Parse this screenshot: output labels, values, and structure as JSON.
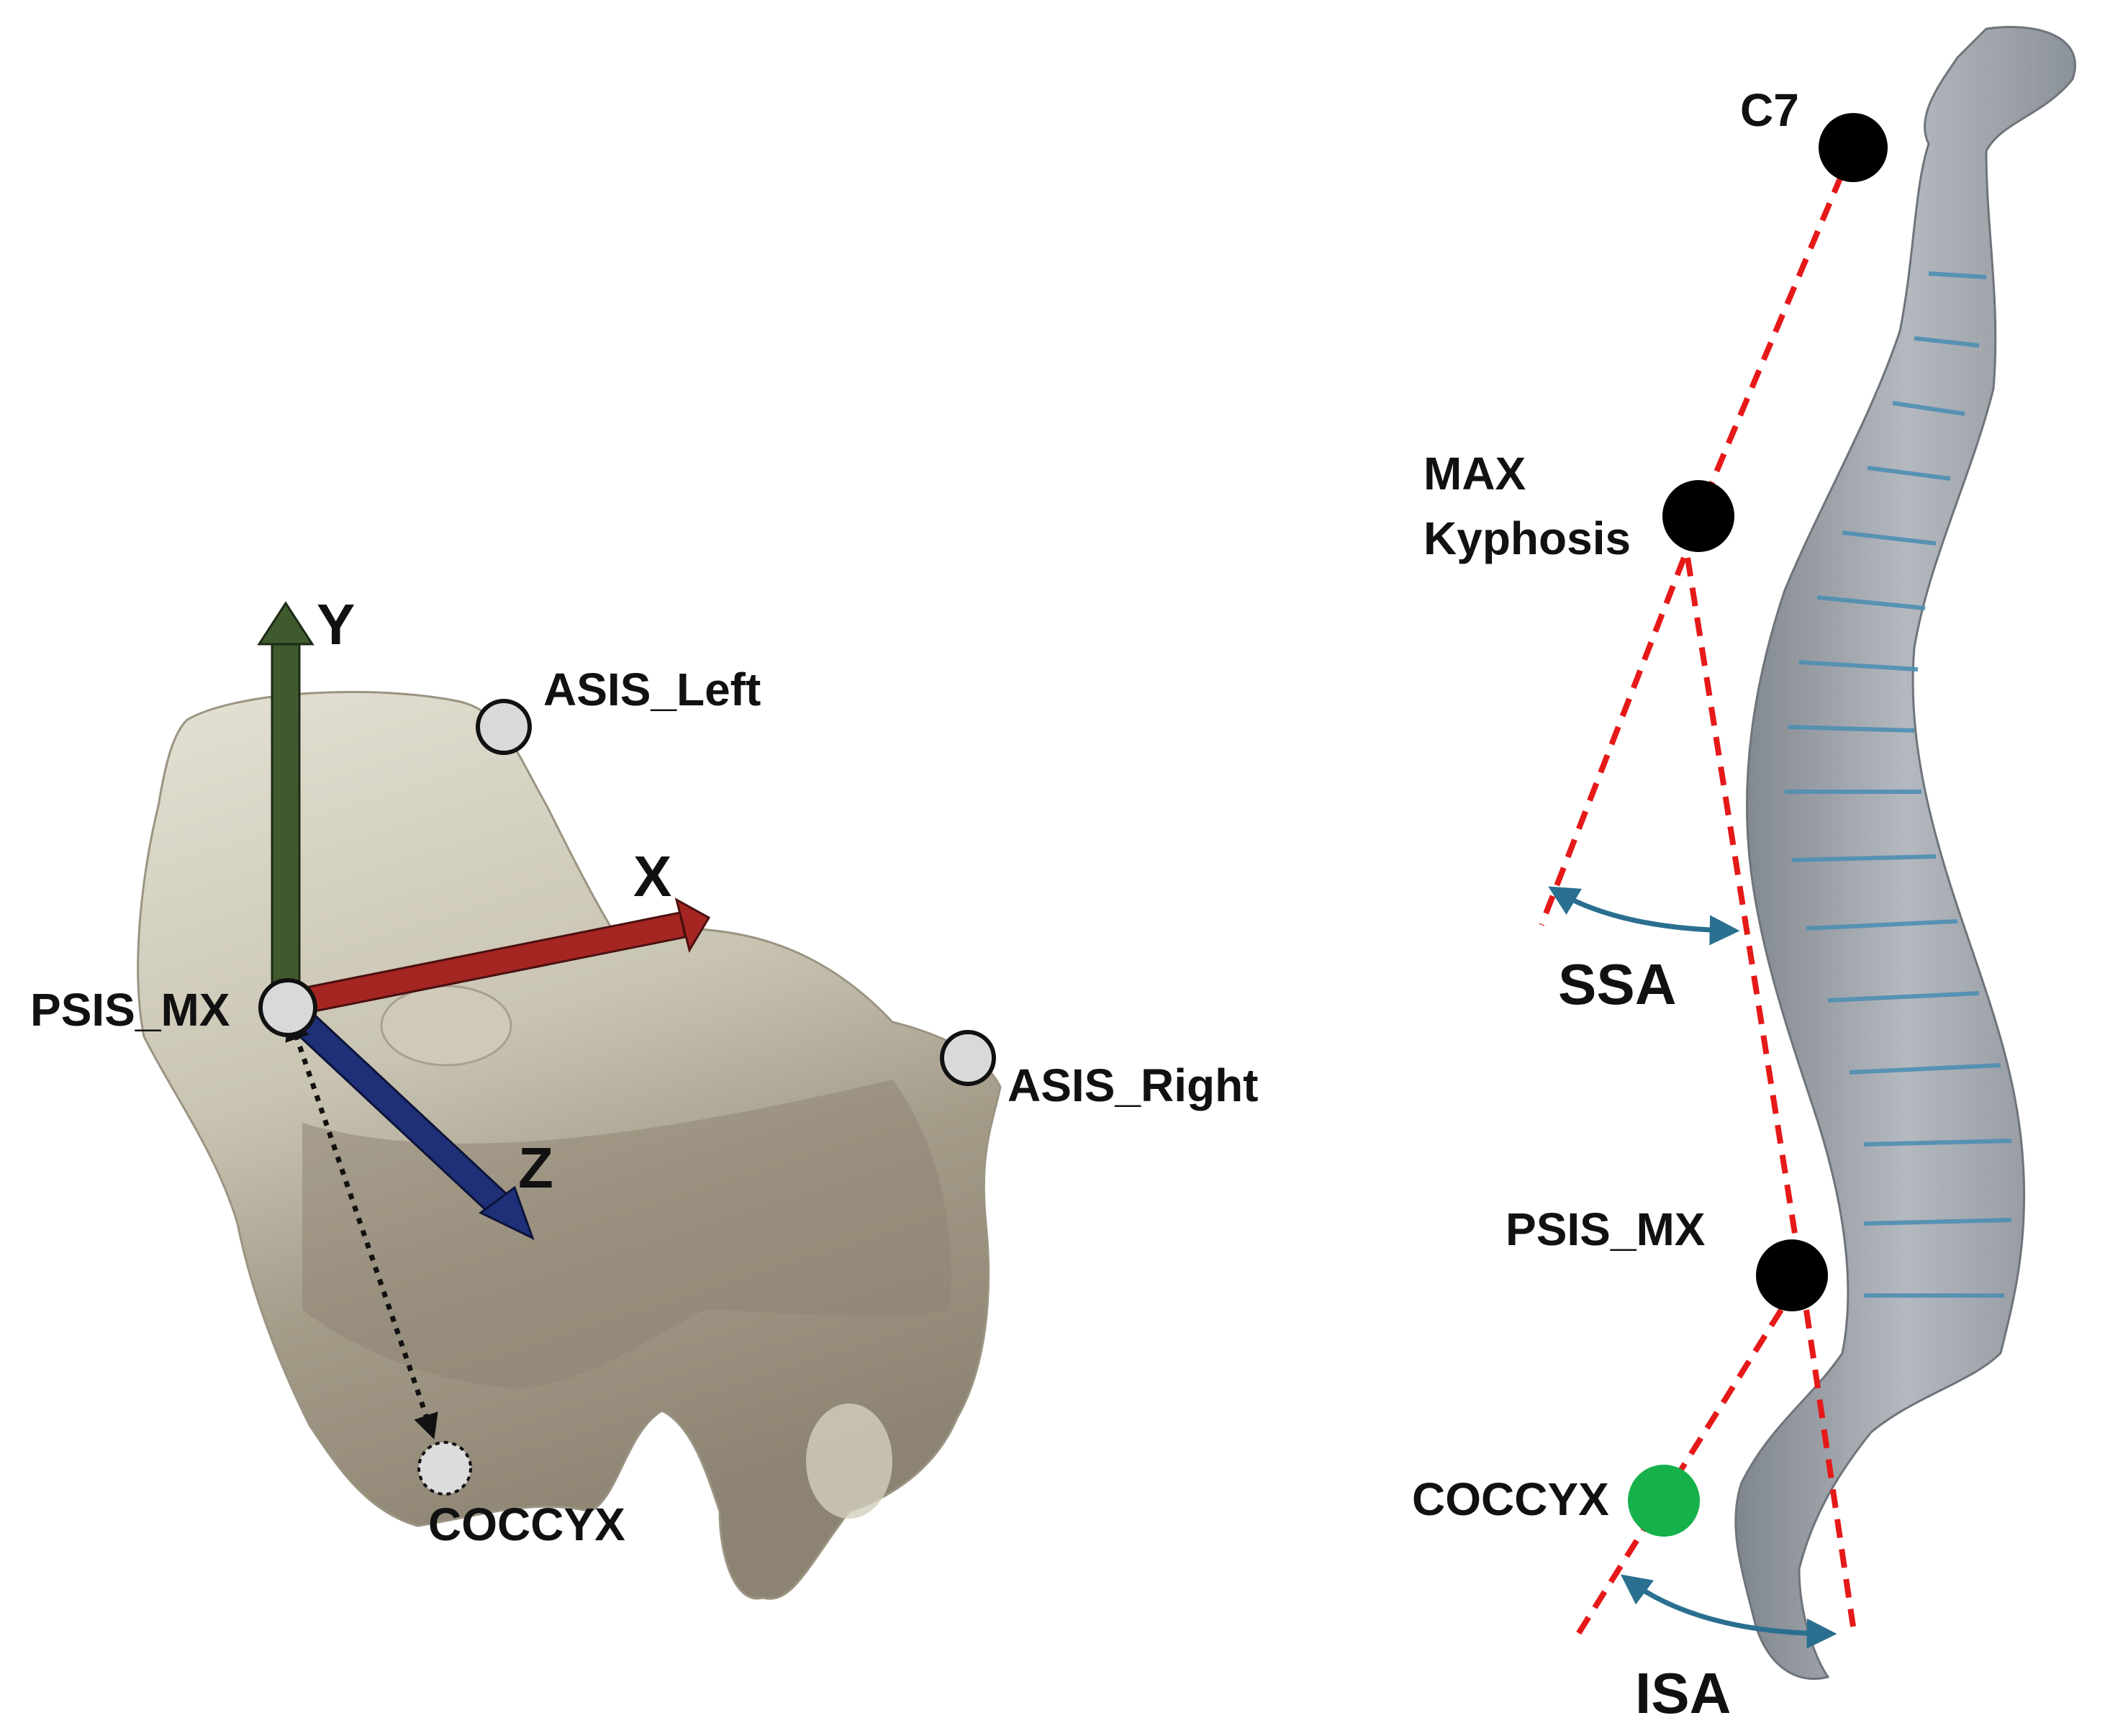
{
  "pelvis": {
    "axes": {
      "y_label": "Y",
      "x_label": "X",
      "z_label": "Z"
    },
    "landmarks": {
      "asis_left": "ASIS_Left",
      "asis_right": "ASIS_Right",
      "psis_mx": "PSIS_MX",
      "coccyx": "COCCYX"
    }
  },
  "spine": {
    "landmarks": {
      "c7": "C7",
      "max_kyphosis_line1": "MAX",
      "max_kyphosis_line2": "Kyphosis",
      "psis_mx": "PSIS_MX",
      "coccyx": "COCCYX"
    },
    "angles": {
      "ssa": "SSA",
      "isa": "ISA"
    }
  },
  "colors": {
    "y_axis": "#3f5a2e",
    "x_axis": "#a52523",
    "z_axis": "#1f2f78",
    "guide_lines": "#e61919",
    "angle_arrows": "#2a6f8f",
    "landmark_black": "#000000",
    "coccyx_green": "#16b14b",
    "landmark_grey": "#d9d9d9",
    "bone_light": "#d9d6c8",
    "bone_dark": "#8a8070",
    "spine_grey": "#9aa0a6"
  }
}
